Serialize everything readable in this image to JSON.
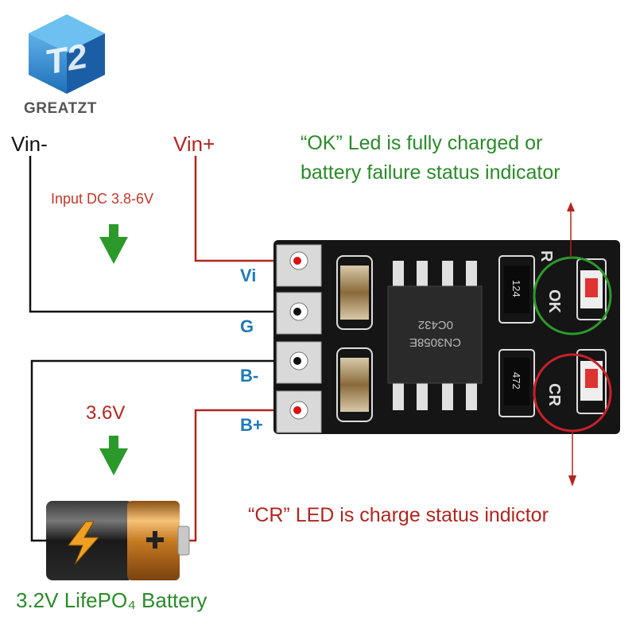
{
  "brand": {
    "name": "GREATZT",
    "logo_mark": "T2"
  },
  "input": {
    "vin_minus": "Vin-",
    "vin_plus": "Vin+",
    "range": "Input DC 3.8-6V"
  },
  "pins": {
    "vi": "Vi",
    "g": "G",
    "b_minus": "B-",
    "b_plus": "B+"
  },
  "board": {
    "ic_marking_1": "CN3058E",
    "ic_marking_2": "0C432",
    "resistor_1": "124",
    "resistor_2": "472",
    "silk_r": "R",
    "silk_ok": "OK",
    "silk_cr": "CR"
  },
  "annotations": {
    "ok_line1": "“OK” Led is fully charged or",
    "ok_line2": "battery failure status indicator",
    "cr": "“CR” LED is charge status indictor"
  },
  "battery": {
    "voltage": "3.6V",
    "label": "3.2V LifePO₄ Battery"
  },
  "colors": {
    "green": "#2b8a2b",
    "red": "#b0261f",
    "pin_blue": "#1f7ab8",
    "board": "#111111"
  }
}
